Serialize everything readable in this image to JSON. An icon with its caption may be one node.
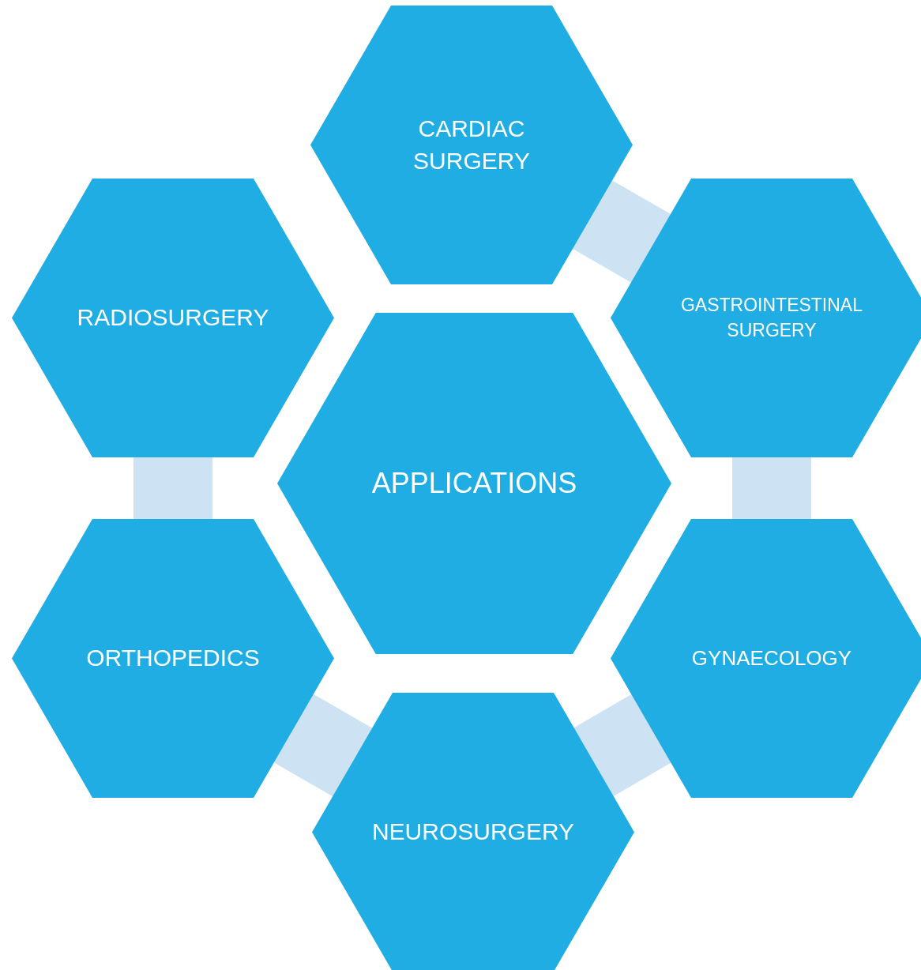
{
  "diagram": {
    "nodes": [
      {
        "text": [
          "CARDIAC SURGERY"
        ]
      },
      {
        "text": [
          "RADIOSURGERY"
        ]
      },
      {
        "text": [
          "GASTROINTESTINAL SURGERY"
        ]
      },
      {
        "text": [
          "APPLICATIONS"
        ]
      },
      {
        "text": [
          "ORTHOPEDICS"
        ]
      },
      {
        "text": [
          "GYNAECOLOGY"
        ]
      },
      {
        "text": [
          "NEUROSURGERY"
        ]
      }
    ],
    "edges": [
      {
        "from": 0,
        "to": 2,
        "arrow": "none"
      },
      {
        "from": 2,
        "to": 5,
        "arrow": "none"
      },
      {
        "from": 5,
        "to": 6,
        "arrow": "none"
      },
      {
        "from": 6,
        "to": 4,
        "arrow": "none"
      },
      {
        "from": 4,
        "to": 1,
        "arrow": "none"
      }
    ]
  }
}
